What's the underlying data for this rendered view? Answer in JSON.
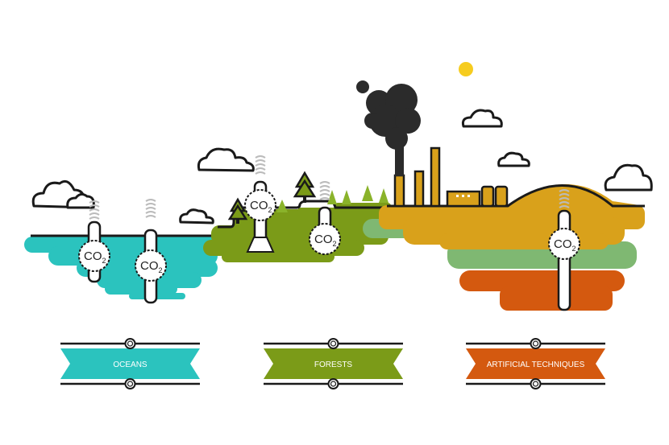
{
  "colors": {
    "ocean": "#2bc3be",
    "forest": "#7b9b18",
    "industry": "#d9a11b",
    "soil_green": "#7fb872",
    "soil_orange": "#d4590f",
    "smoke": "#2b2b2b",
    "sun": "#f6cc1f",
    "outline": "#1a1a1a"
  },
  "co2_label": {
    "main": "CO",
    "sub": "2"
  },
  "banners": [
    {
      "label": "OCEANS",
      "color": "#2bc3be"
    },
    {
      "label": "FORESTS",
      "color": "#7b9b18"
    },
    {
      "label": "ARTIFICIAL TECHNIQUES",
      "color": "#d4590f"
    }
  ]
}
